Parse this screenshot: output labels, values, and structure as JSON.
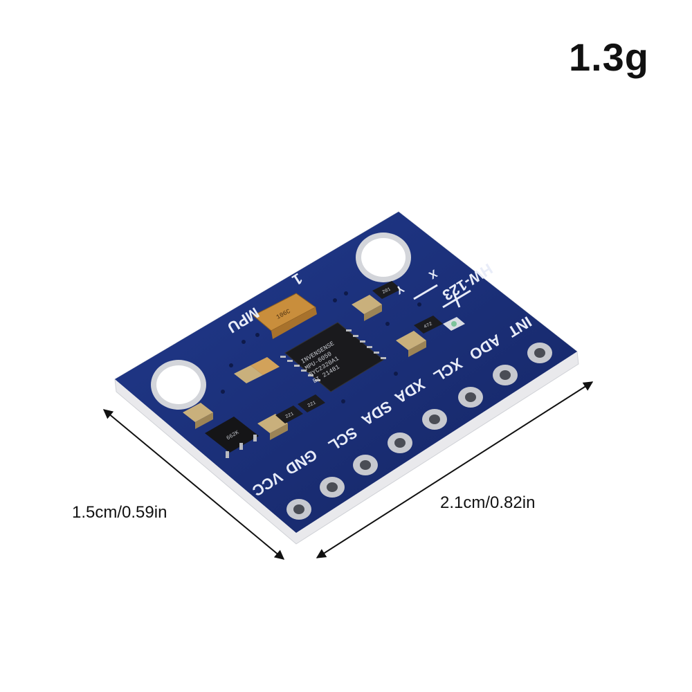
{
  "product": {
    "weight": "1.3g",
    "width_label": "1.5cm/0.59in",
    "length_label": "2.1cm/0.82in"
  },
  "board": {
    "name_top": "HW-123",
    "name_left": "MPU",
    "left_count": "1",
    "pins": [
      "VCC",
      "GND",
      "SCL",
      "SDA",
      "XDA",
      "XCL",
      "ADO",
      "INT"
    ],
    "chip_lines": [
      "INVENSENSE",
      "MPU-6050",
      "BYC2320A1",
      "EI 21481"
    ],
    "axis_x": "X",
    "axis_y": "Y",
    "resistor_codes": [
      "201",
      "221",
      "221",
      "472"
    ],
    "cap_code": "106C",
    "regulator_code": "662K"
  },
  "colors": {
    "pcb": "#1c2f7a",
    "pcb_edge": "#e9e9ec",
    "silkscreen": "#e8ecf8",
    "pad": "#c7c9cf"
  }
}
